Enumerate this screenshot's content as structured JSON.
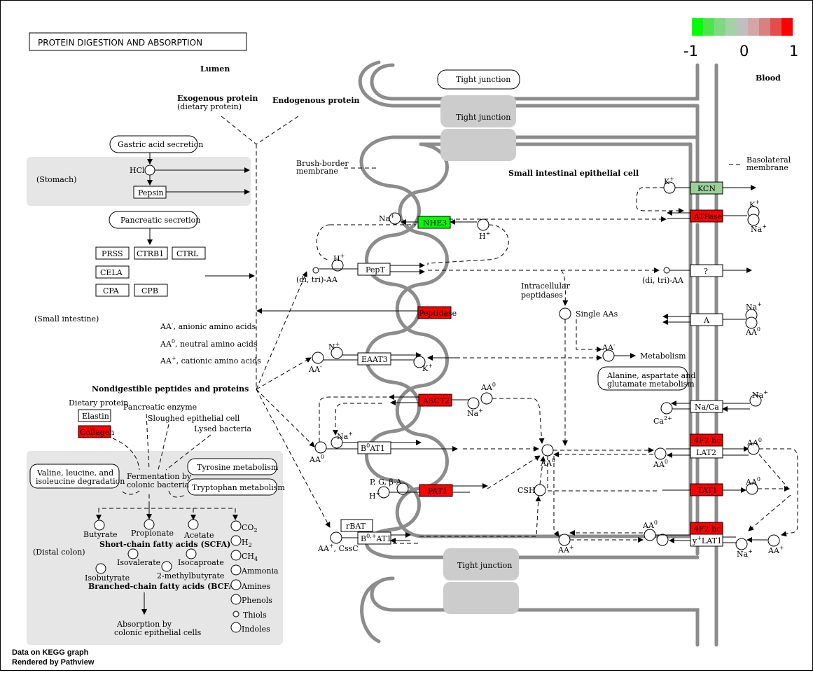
{
  "title": "PROTEIN DIGESTION AND ABSORPTION",
  "legend": {
    "min": "-1",
    "mid": "0",
    "max": "1",
    "colors": [
      "#00ff00",
      "#4ce64c",
      "#80d980",
      "#a6d1a6",
      "#bfbfbf",
      "#d4a6a6",
      "#d98080",
      "#e64c4c",
      "#ff0000"
    ]
  },
  "regions": {
    "lumen": "Lumen",
    "blood": "Blood",
    "stomach": "(Stomach)",
    "small_intestine": "(Small intestine)",
    "distal_colon": "(Distal colon)",
    "cell": "Small intestinal epithelial cell"
  },
  "labels": {
    "exogenous": "Exogenous protein",
    "dietary": "(dietary protein)",
    "endogenous": "Endogenous protein",
    "brush1": "Brush-border",
    "brush2": "membrane",
    "baso1": "Basolateral",
    "baso2": "membrane",
    "aa_anionic": "AA",
    "aa_anionic_sup": "-",
    "aa_anionic_txt": ", anionic amino acids",
    "aa_neutral": "AA",
    "aa_neutral_sup": "0",
    "aa_neutral_txt": ", neutral amino acids",
    "aa_cationic": "AA",
    "aa_cationic_sup": "+",
    "aa_cationic_txt": ", cationic amino acids",
    "nondig": "Nondigestible peptides and proteins",
    "dietary_protein": "Dietary protein",
    "panc_enzyme": "Pancreatic enzyme",
    "sloughed": "Sloughed epithelial cell",
    "lysed": "Lysed bacteria",
    "fermentation1": "Fermentation by",
    "fermentation2": "colonic bacteria",
    "butyrate": "Butyrate",
    "propionate": "Propionate",
    "acetate": "Acetate",
    "scfa": "Short-chain fatty acids (SCFA)",
    "bcfa": "Branched-chain fatty acids (BCFA)",
    "isovalerate": "Isovalerate",
    "isocaproate": "Isocaproate",
    "isobutyrate": "Isobutyrate",
    "methylbutyrate": "2-methylbutyrate",
    "absorption1": "Absorption by",
    "absorption2": "colonic epithelial cells",
    "co2": "CO",
    "co2_sub": "2",
    "h2": "H",
    "h2_sub": "2",
    "ch4": "CH",
    "ch4_sub": "4",
    "ammonia": "Ammonia",
    "amines": "Amines",
    "phenols": "Phenols",
    "thiols": "Thiols",
    "indoles": "Indoles",
    "hcl": "HCl",
    "ditri_left": "(di, tri)-AA",
    "ditri_right": "(di, tri)-AA",
    "intracellular1": "Intracellular",
    "intracellular2": "peptidases",
    "single_aas": "Single AAs",
    "metabolism": "Metabolism",
    "k": "K",
    "plus": "+",
    "na": "Na",
    "h": "H",
    "aa": "AA",
    "ca": "Ca",
    "ca_sup": "2+",
    "csh": "CSH",
    "pgba": "P, G, β-A",
    "aa_cssc": "AA",
    "cssc": ", CssC",
    "sup0": "0",
    "minus": "-",
    "n": "N"
  },
  "maps": {
    "gastric": "Gastric acid secretion",
    "pancreatic": "Pancreatic secretion",
    "tight1": "Tight junction",
    "valine1": "Valine, leucine, and",
    "valine2": "isoleucine degradation",
    "tyrosine": "Tyrosine metabolism",
    "tryptophan": "Tryptophan metabolism",
    "alanine1": "Alanine, aspartate and",
    "alanine2": "glutamate metabolism"
  },
  "tight_junctions": [
    "Tight junction",
    "Tight junction"
  ],
  "genes": {
    "pepsin": "Pepsin",
    "prss": "PRSS",
    "ctrb1": "CTRB1",
    "ctrl": "CTRL",
    "cela": "CELA",
    "cpa": "CPA",
    "cpb": "CPB",
    "elastin": "Elastin",
    "collagen": "Collagen",
    "nhe3": "NHE3",
    "pept": "PepT",
    "peptidase": "Peptidase",
    "eaat3": "EAAT3",
    "asct2": "ASCT2",
    "b0at1": "B",
    "b0at1_sup": "0",
    "b0at1_tail": "AT1",
    "pat1": "PAT1",
    "rbat": "rBAT",
    "b0at1b": "B",
    "b0at1b_sup": "0,+",
    "b0at1b_tail": "AT1",
    "kcn": "KCN",
    "atpase": "ATPase",
    "unknown": "?",
    "a": "A",
    "naca": "Na/Ca",
    "f2hc1": "4F2 hc",
    "lat2": "LAT2",
    "tat1": "TAT1",
    "f2hc2": "4F2 hc",
    "ylat1": "y",
    "ylat1_sup": "+",
    "ylat1_tail": "LAT1"
  },
  "gene_colors": {
    "nhe3": "#00ff00",
    "kcn": "#99d199",
    "atpase": "#ff0000",
    "peptidase": "#ff0000",
    "asct2": "#ff0000",
    "pat1": "#ff0000",
    "collagen": "#ff0000",
    "f2hc1": "#ff0000",
    "tat1": "#ff0000",
    "f2hc2": "#ff0000",
    "default": "#ffffff"
  },
  "footer": {
    "line1": "Data on KEGG graph",
    "line2": "Rendered by Pathview"
  }
}
